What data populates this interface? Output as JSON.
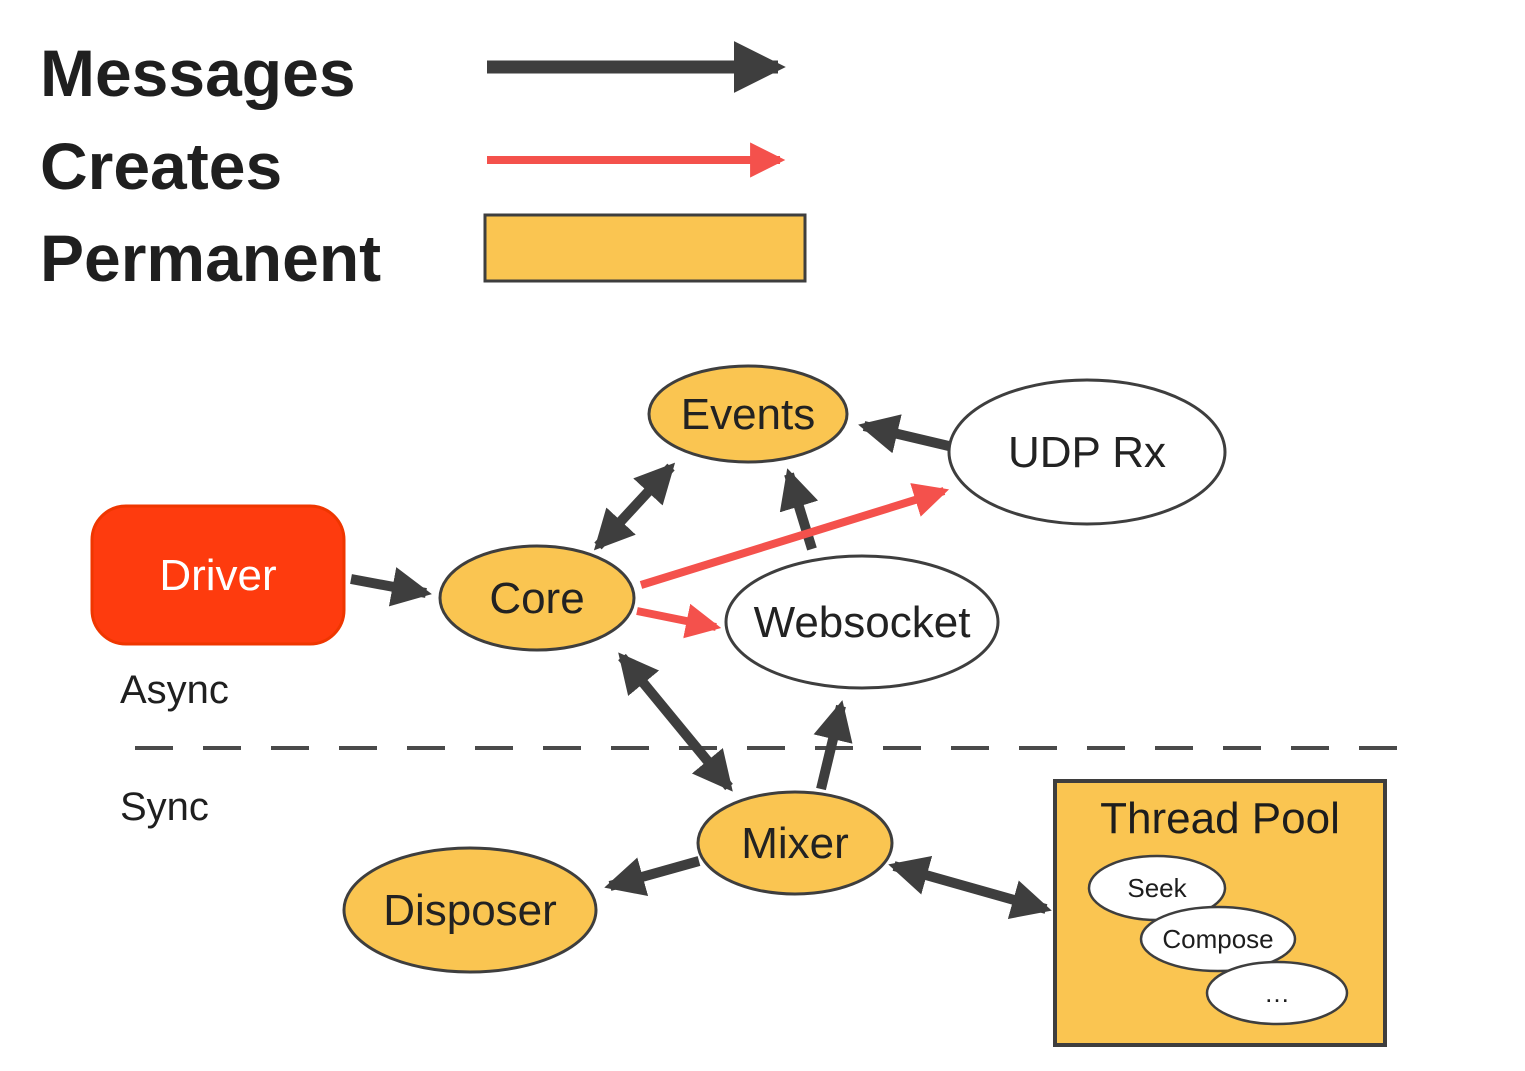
{
  "colors": {
    "dark": "#3e3e3e",
    "red": "#f4514c",
    "orange": "#fac551",
    "driver": "#fe3b0e",
    "driverstroke": "#ef3600",
    "text": "#1f1f1f",
    "whitenode": "#ffffff"
  },
  "legend": {
    "messages_label": "Messages",
    "creates_label": "Creates",
    "permanent_label": "Permanent"
  },
  "sections": {
    "async_label": "Async",
    "sync_label": "Sync"
  },
  "nodes": {
    "events": {
      "label": "Events",
      "kind": "permanent"
    },
    "udp_rx": {
      "label": "UDP Rx",
      "kind": "transient"
    },
    "driver": {
      "label": "Driver",
      "kind": "external"
    },
    "core": {
      "label": "Core",
      "kind": "permanent"
    },
    "websocket": {
      "label": "Websocket",
      "kind": "transient"
    },
    "mixer": {
      "label": "Mixer",
      "kind": "permanent"
    },
    "disposer": {
      "label": "Disposer",
      "kind": "permanent"
    },
    "thread_pool": {
      "label": "Thread Pool",
      "kind": "permanent",
      "items": [
        {
          "label": "Seek"
        },
        {
          "label": "Compose"
        },
        {
          "label": "…"
        }
      ]
    }
  },
  "edges": [
    {
      "from": "Driver",
      "to": "Core",
      "type": "messages",
      "bidirectional": false
    },
    {
      "from": "Core",
      "to": "Events",
      "type": "messages",
      "bidirectional": true
    },
    {
      "from": "UDP Rx",
      "to": "Events",
      "type": "messages",
      "bidirectional": false
    },
    {
      "from": "Websocket",
      "to": "Events",
      "type": "messages",
      "bidirectional": false
    },
    {
      "from": "Core",
      "to": "Mixer",
      "type": "messages",
      "bidirectional": true
    },
    {
      "from": "Mixer",
      "to": "Websocket",
      "type": "messages",
      "bidirectional": false
    },
    {
      "from": "Mixer",
      "to": "Disposer",
      "type": "messages",
      "bidirectional": false
    },
    {
      "from": "Mixer",
      "to": "Thread Pool",
      "type": "messages",
      "bidirectional": true
    },
    {
      "from": "Core",
      "to": "UDP Rx",
      "type": "creates",
      "bidirectional": false
    },
    {
      "from": "Core",
      "to": "Websocket",
      "type": "creates",
      "bidirectional": false
    }
  ]
}
